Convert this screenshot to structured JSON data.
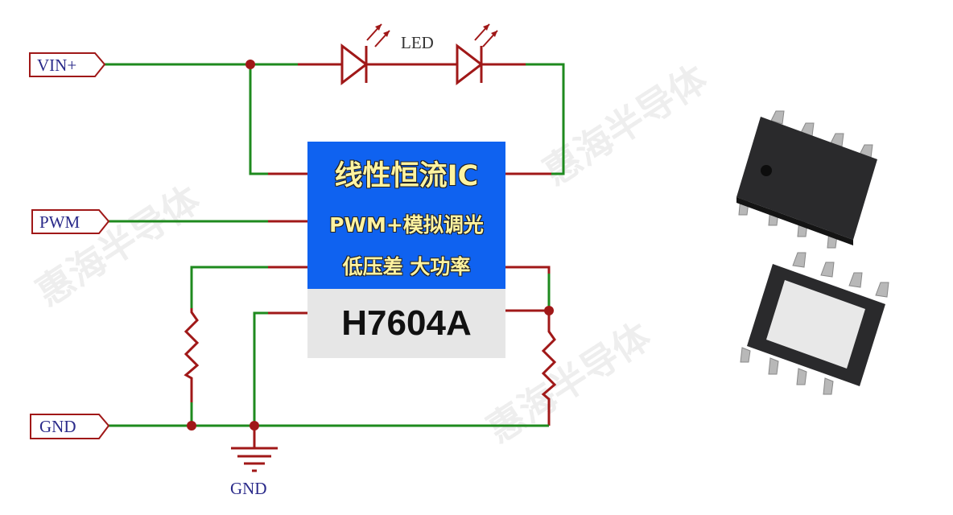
{
  "ports": {
    "vin": "VIN+",
    "pwm": "PWM",
    "gnd": "GND"
  },
  "led_label": "LED",
  "ground_label": "GND",
  "ic": {
    "title": "线性恒流IC",
    "line2": "PWM+模拟调光",
    "line3": "低压差 大功率",
    "part_number": "H7604A"
  },
  "watermark": "惠海半导体",
  "colors": {
    "wire_green": "#1e8a1e",
    "wire_red": "#a01818",
    "ic_blue": "#0f62f0",
    "ic_text": "#fff3a0"
  }
}
